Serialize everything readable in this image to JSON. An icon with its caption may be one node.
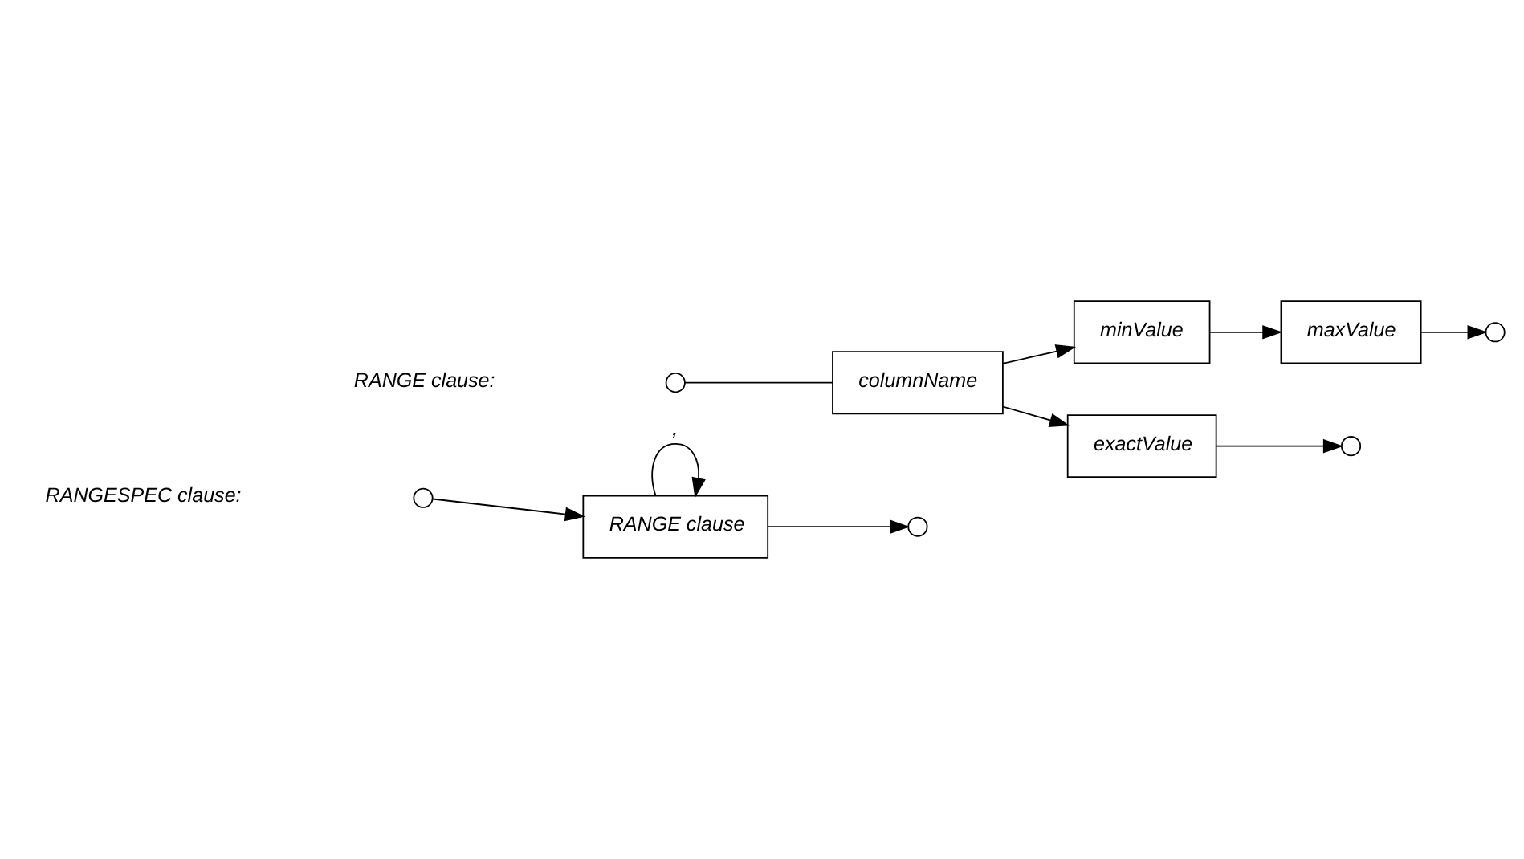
{
  "diagram": {
    "nodes": [
      {
        "text": [],
        "shape": "circle"
      },
      {
        "text": [
          "RANGE clause"
        ]
      },
      {
        "text": [],
        "shape": "circle"
      },
      {
        "text": [],
        "shape": "circle"
      },
      {
        "text": [
          "columnName"
        ]
      },
      {
        "text": [
          "minValue"
        ]
      },
      {
        "text": [
          "maxValue"
        ]
      },
      {
        "text": [],
        "shape": "circle"
      },
      {
        "text": [
          "exactValue"
        ]
      },
      {
        "text": [],
        "shape": "circle"
      }
    ],
    "edges": [
      {
        "from": 0,
        "to": 1,
        "arrow": "to"
      },
      {
        "from": 1,
        "to": 2,
        "arrow": "to"
      },
      {
        "from": 1,
        "to": 1,
        "label": ",",
        "arrow": "to"
      },
      {
        "from": 3,
        "to": 4,
        "arrow": "none"
      },
      {
        "from": 4,
        "to": 5,
        "arrow": "to"
      },
      {
        "from": 5,
        "to": 6,
        "arrow": "to"
      },
      {
        "from": 6,
        "to": 7,
        "arrow": "to"
      },
      {
        "from": 4,
        "to": 8,
        "arrow": "to"
      },
      {
        "from": 8,
        "to": 9,
        "arrow": "to"
      }
    ],
    "labels": [
      "RANGESPEC clause:",
      "RANGE clause:"
    ]
  }
}
